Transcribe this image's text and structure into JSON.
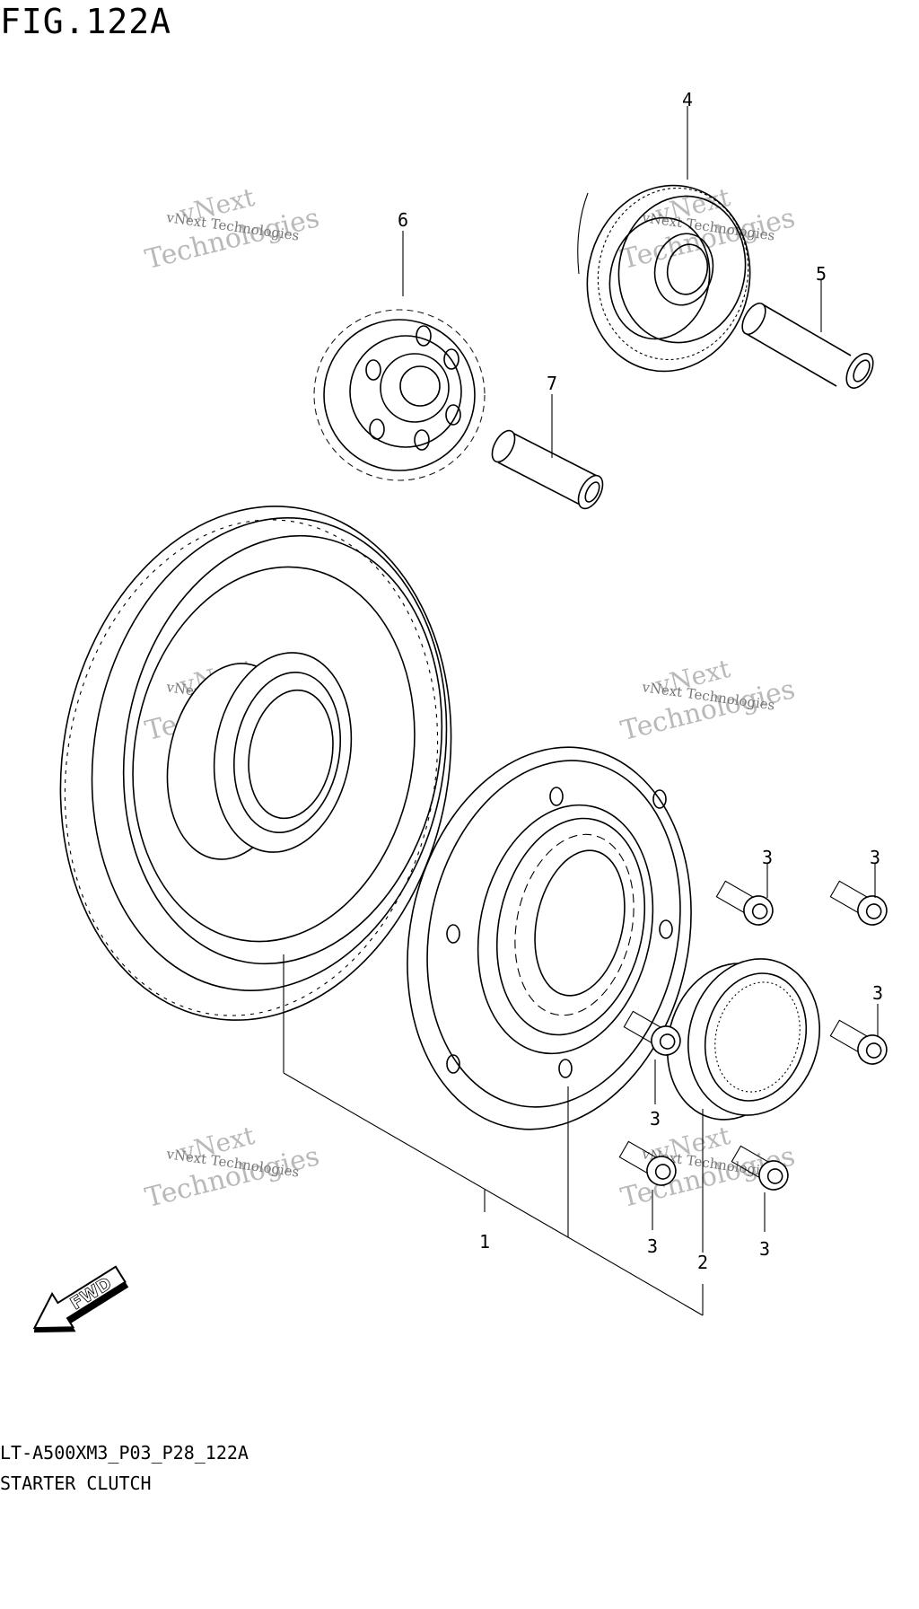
{
  "figure": {
    "title": "FIG.122A",
    "code": "LT-A500XM3_P03_P28_122A",
    "caption": "STARTER CLUTCH"
  },
  "callouts": [
    "1",
    "2",
    "3",
    "4",
    "5",
    "6",
    "7"
  ],
  "direction_label": "FWD",
  "watermark": {
    "line1": "vNext Technologies",
    "big_top": "vNext",
    "big_bottom": "Technologies"
  }
}
